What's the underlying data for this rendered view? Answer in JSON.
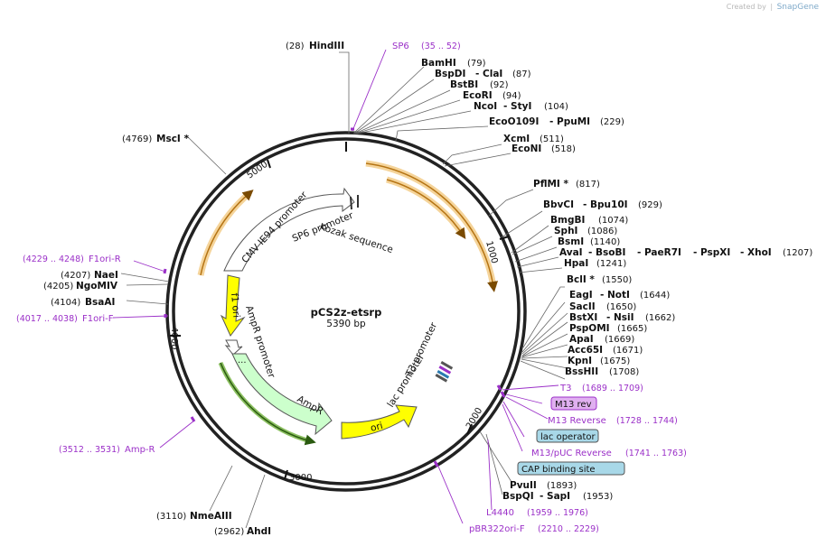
{
  "credit": {
    "prefix": "Created by",
    "brand": "SnapGene"
  },
  "plasmid": {
    "name": "pCS2z-etsrp",
    "size": "5390 bp"
  },
  "ticks": [
    "1000",
    "2000",
    "3000",
    "4000",
    "5000"
  ],
  "features": {
    "cmv": "CMV IE94 promoter",
    "sp6": "SP6 promoter",
    "kozak": "Kozak sequence",
    "f1": "f1 ori",
    "ampr_prom": "AmpR promoter",
    "ampr": "AmpR",
    "ori": "ori",
    "t3": "T3 promoter",
    "lac": "lac promoter"
  },
  "sites": [
    {
      "id": "hindiii",
      "pos": "(28)",
      "name": "HindIII"
    },
    {
      "id": "bamhi",
      "name": "BamHI",
      "pos": "(79)"
    },
    {
      "id": "bspdi",
      "name": "BspDI",
      "name2": "- ClaI",
      "pos": "(87)"
    },
    {
      "id": "bstbi",
      "name": "BstBI",
      "pos": "(92)"
    },
    {
      "id": "ecori",
      "name": "EcoRI",
      "pos": "(94)"
    },
    {
      "id": "ncoi",
      "name": "NcoI",
      "name2": "- StyI",
      "pos": "(104)"
    },
    {
      "id": "ecoo109i",
      "name": "EcoO109I",
      "name2": "- PpuMI",
      "pos": "(229)"
    },
    {
      "id": "xcmi",
      "name": "XcmI",
      "pos": "(511)"
    },
    {
      "id": "econi",
      "name": "EcoNI",
      "pos": "(518)"
    },
    {
      "id": "pflmi",
      "name": "PflMI *",
      "pos": "(817)"
    },
    {
      "id": "bbvci",
      "name": "BbvCI",
      "name2": "- Bpu10I",
      "pos": "(929)"
    },
    {
      "id": "bmgbi",
      "name": "BmgBI",
      "pos": "(1074)"
    },
    {
      "id": "sphi",
      "name": "SphI",
      "pos": "(1086)"
    },
    {
      "id": "bsmi",
      "name": "BsmI",
      "pos": "(1140)"
    },
    {
      "id": "avai",
      "name": "AvaI",
      "name2": "- BsoBI",
      "name3": "- PaeR7I",
      "name4": "- PspXI",
      "name5": "- XhoI",
      "pos": "(1207)"
    },
    {
      "id": "hpai",
      "name": "HpaI",
      "pos": "(1241)"
    },
    {
      "id": "bcli",
      "name": "BclI *",
      "pos": "(1550)"
    },
    {
      "id": "eagi",
      "name": "EagI",
      "name2": "- NotI",
      "pos": "(1644)"
    },
    {
      "id": "sacii",
      "name": "SacII",
      "pos": "(1650)"
    },
    {
      "id": "bstxi",
      "name": "BstXI",
      "name2": "- NsiI",
      "pos": "(1662)"
    },
    {
      "id": "pspomi",
      "name": "PspOMI",
      "pos": "(1665)"
    },
    {
      "id": "apai",
      "name": "ApaI",
      "pos": "(1669)"
    },
    {
      "id": "acc65i",
      "name": "Acc65I",
      "pos": "(1671)"
    },
    {
      "id": "kpni",
      "name": "KpnI",
      "pos": "(1675)"
    },
    {
      "id": "bsshii",
      "name": "BssHII",
      "pos": "(1708)"
    },
    {
      "id": "pvuii",
      "name": "PvuII",
      "pos": "(1893)"
    },
    {
      "id": "bspqi",
      "name": "BspQI",
      "name2": "- SapI",
      "pos": "(1953)"
    },
    {
      "id": "ahdi",
      "pos": "(2962)",
      "name": "AhdI"
    },
    {
      "id": "nmeaiii",
      "pos": "(3110)",
      "name": "NmeAIII"
    },
    {
      "id": "bsaai",
      "pos": "(4104)",
      "name": "BsaAI"
    },
    {
      "id": "ngomiv",
      "pos": "(4205)",
      "name": "NgoMIV"
    },
    {
      "id": "naei",
      "pos": "(4207)",
      "name": "NaeI"
    },
    {
      "id": "msci",
      "pos": "(4769)",
      "name": "MscI *"
    }
  ],
  "primers": [
    {
      "id": "sp6",
      "name": "SP6",
      "range": "(35 .. 52)"
    },
    {
      "id": "t3",
      "name": "T3",
      "range": "(1689 .. 1709)"
    },
    {
      "id": "m13rev",
      "name": "M13 rev"
    },
    {
      "id": "m13reverse",
      "name": "M13 Reverse",
      "range": "(1728 .. 1744)"
    },
    {
      "id": "lacop",
      "name": "lac operator"
    },
    {
      "id": "m13puc",
      "name": "M13/pUC Reverse",
      "range": "(1741 .. 1763)"
    },
    {
      "id": "cap",
      "name": "CAP binding site"
    },
    {
      "id": "l4440",
      "name": "L4440",
      "range": "(1959 .. 1976)"
    },
    {
      "id": "pbr322",
      "name": "pBR322ori-F",
      "range": "(2210 .. 2229)"
    },
    {
      "id": "ampr",
      "range": "(3512 .. 3531)",
      "name": "Amp-R"
    },
    {
      "id": "f1orif",
      "range": "(4017 .. 4038)",
      "name": "F1ori-F"
    },
    {
      "id": "f1orir",
      "range": "(4229 .. 4248)",
      "name": "F1ori-R"
    }
  ],
  "colors": {
    "backbone": "#222222",
    "primer": "#9b30c8",
    "orange_feature": "#e8a33a",
    "yellow_feature": "#ffff00",
    "green_feature": "#ccffcc",
    "m13rev_fill": "#e0b0f0",
    "lacop_fill": "#a8d8e8"
  }
}
